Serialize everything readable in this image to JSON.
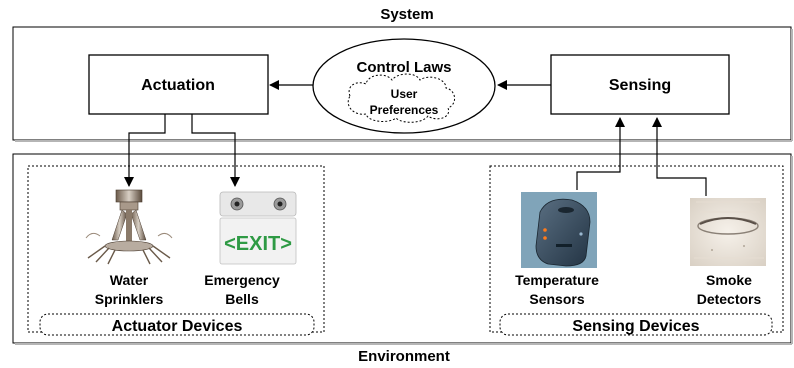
{
  "diagram": {
    "system_label": "System",
    "environment_label": "Environment",
    "actuation_label": "Actuation",
    "sensing_label": "Sensing",
    "control_laws_label": "Control Laws",
    "user_preferences_line1": "User",
    "user_preferences_line2": "Preferences",
    "actuator_group_label": "Actuator Devices",
    "sensing_group_label": "Sensing Devices",
    "devices": {
      "water_sprinklers_line1": "Water",
      "water_sprinklers_line2": "Sprinklers",
      "emergency_bells_line1": "Emergency",
      "emergency_bells_line2": "Bells",
      "temperature_sensors_line1": "Temperature",
      "temperature_sensors_line2": "Sensors",
      "smoke_detectors_line1": "Smoke",
      "smoke_detectors_line2": "Detectors"
    },
    "exit_sign_text": "<EXIT>"
  }
}
